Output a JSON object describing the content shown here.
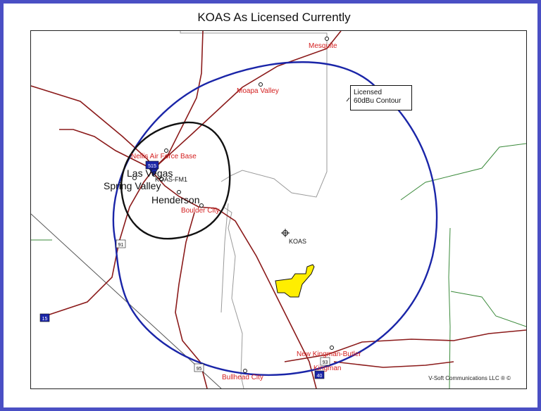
{
  "title": "KOAS As Licensed Currently",
  "legend": {
    "line1": "Licensed",
    "line2": "60dBu Contour"
  },
  "credit": "V-Soft Communications LLC ® ©",
  "places": {
    "mesquite": "Mesquite",
    "moapa_valley": "Moapa Valley",
    "nellis": "Nellis Air Force Base",
    "las_vegas": "Las Vegas",
    "spring_valley": "Spring Valley",
    "koas_fm1": "KOAS-FM1",
    "henderson": "Henderson",
    "boulder_city": "Boulder City",
    "koas": "KOAS",
    "new_kingman": "New Kingman-Butler",
    "kingman": "Kingman",
    "bullhead": "Bullhead City"
  },
  "shields": {
    "i515": "515",
    "i15": "15",
    "us95": "95",
    "us93": "93",
    "i40": "40",
    "us91": "91"
  },
  "colors": {
    "contour": "#1a25a8",
    "local_contour": "#111111",
    "highway": "#8b1a1a",
    "boundary_gray": "#9a9a9a",
    "boundary_green": "#3a8a3a",
    "fill_yellow": "#ffee00"
  }
}
